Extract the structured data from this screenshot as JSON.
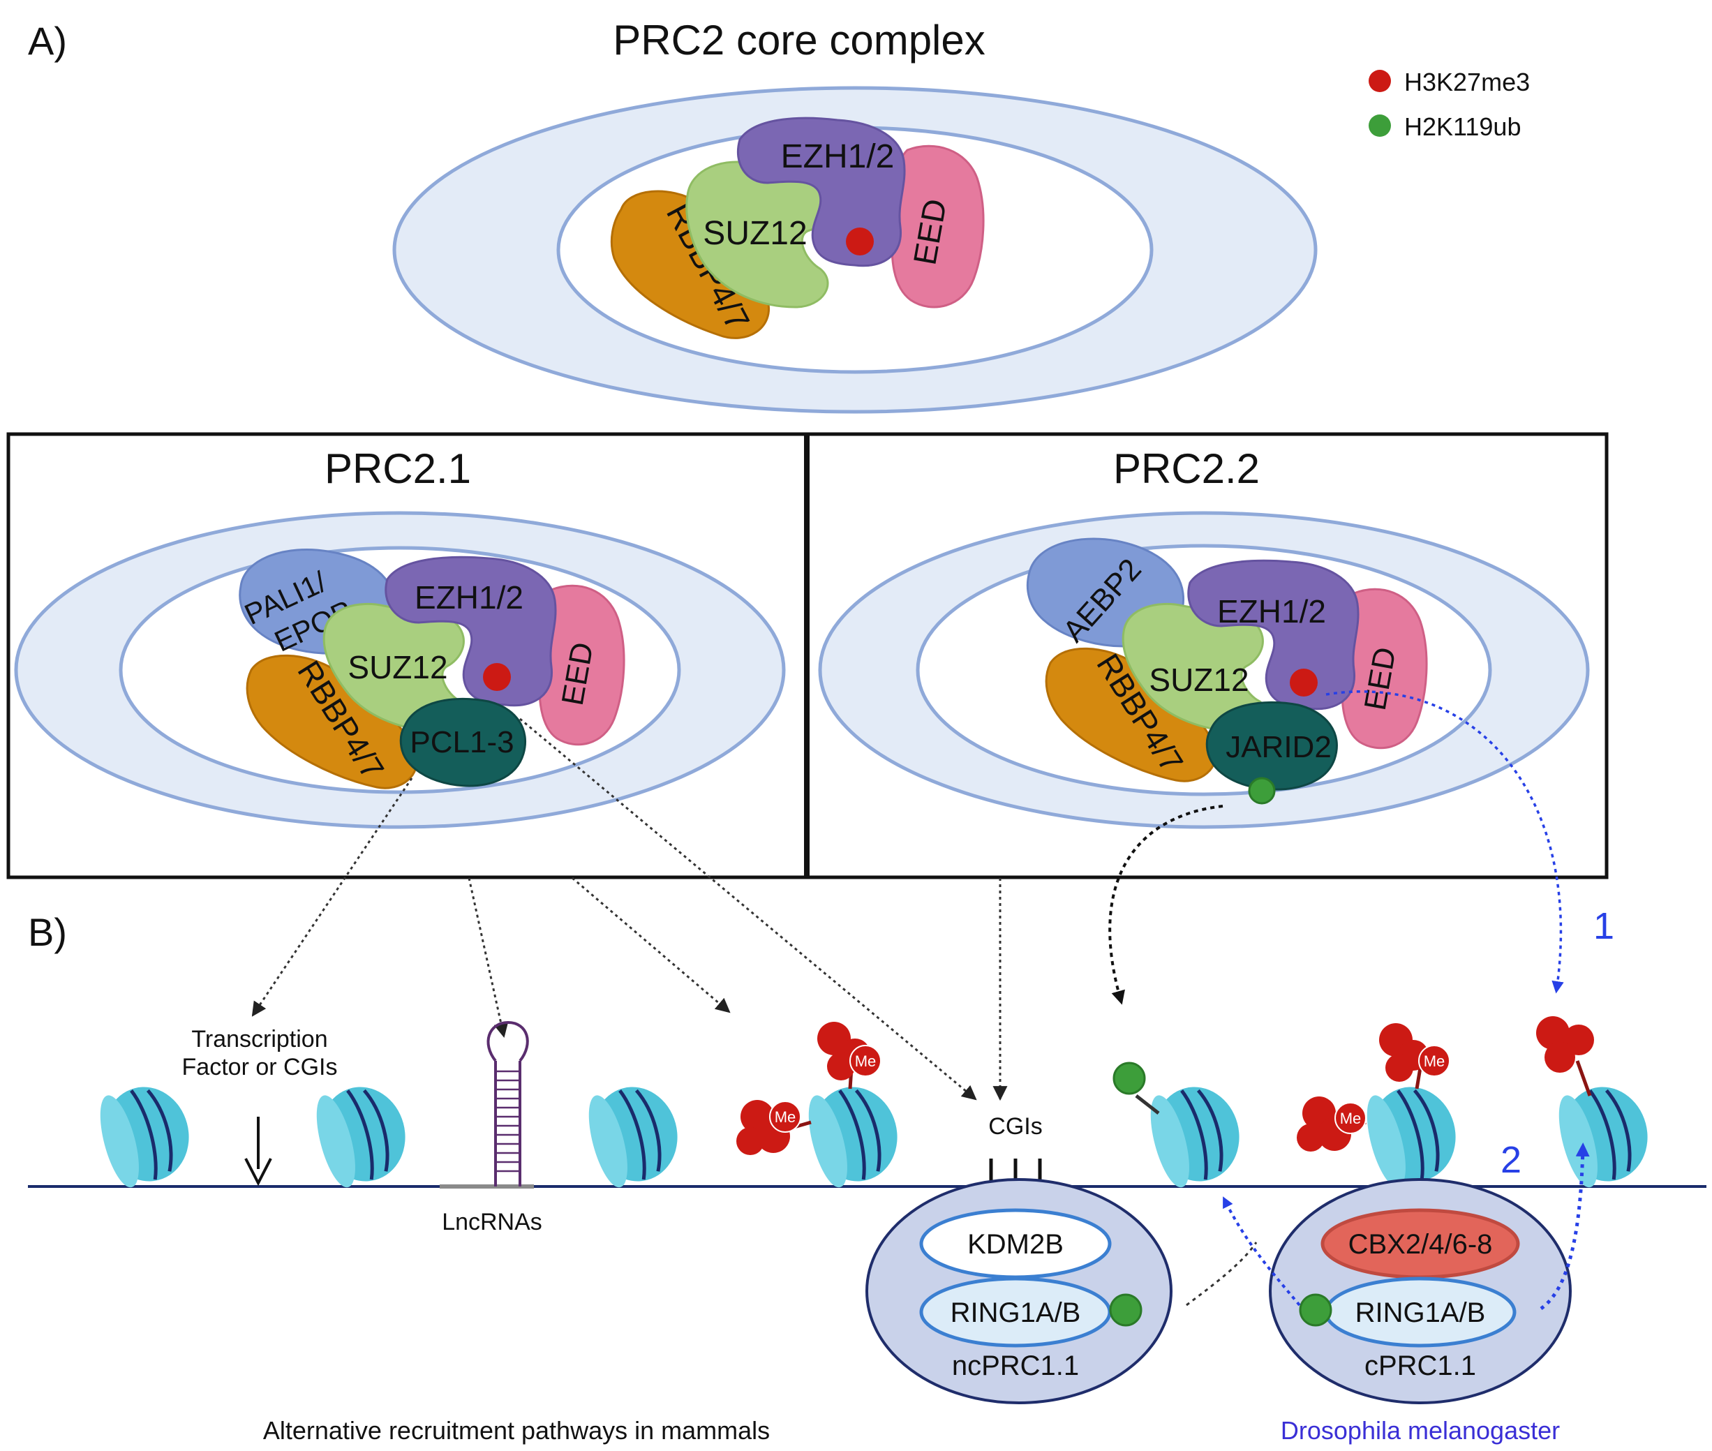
{
  "panel_labels": {
    "a": "A)",
    "b": "B)"
  },
  "titles": {
    "core": "PRC2 core complex",
    "prc21": "PRC2.1",
    "prc22": "PRC2.2"
  },
  "legend": [
    {
      "label": "H3K27me3",
      "color": "#cc1a14"
    },
    {
      "label": "H2K119ub",
      "color": "#3d9e3a"
    }
  ],
  "proteins": {
    "ezh": "EZH1/2",
    "suz12": "SUZ12",
    "eed": "EED",
    "rbbp": "RBBP4/7",
    "pali": "PALI1/",
    "epop": "EPOP",
    "pcl": "PCL1-3",
    "aebp2": "AEBP2",
    "jarid2": "JARID2"
  },
  "chromatin": {
    "tf_line1": "Transcription",
    "tf_line2": "Factor or CGIs",
    "lncrna": "LncRNAs",
    "cgis": "CGIs",
    "me": "Me"
  },
  "prc1": {
    "nc": {
      "top": "KDM2B",
      "bottom": "RING1A/B",
      "name": "ncPRC1.1"
    },
    "c": {
      "top": "CBX2/4/6-8",
      "bottom": "RING1A/B",
      "name": "cPRC1.1"
    }
  },
  "arrow_labels": {
    "one": "1",
    "two": "2"
  },
  "captions": {
    "mammals": "Alternative recruitment pathways in mammals",
    "drosophila": "Drosophila melanogaster"
  },
  "colors": {
    "ring": "#8fa9d9",
    "ring_fill": "#e3ebf7",
    "ezh": "#7b67b3",
    "suz12": "#a9cf7f",
    "eed": "#e57a9e",
    "rbbp": "#d4890f",
    "pali": "#7f9ad6",
    "pcl": "#145e5a",
    "nucleosome": "#4fc3d9",
    "nucleosome_dark": "#1a2b6b",
    "h3k27me3": "#cc1a14",
    "h2k119ub": "#3d9e3a",
    "prc1_fill": "#c9d2ea",
    "prc1_edge": "#1f2d6b",
    "cbx": "#e2655a",
    "blue_arrow": "#2740e6",
    "drosophila_text": "#3a2fd6"
  }
}
